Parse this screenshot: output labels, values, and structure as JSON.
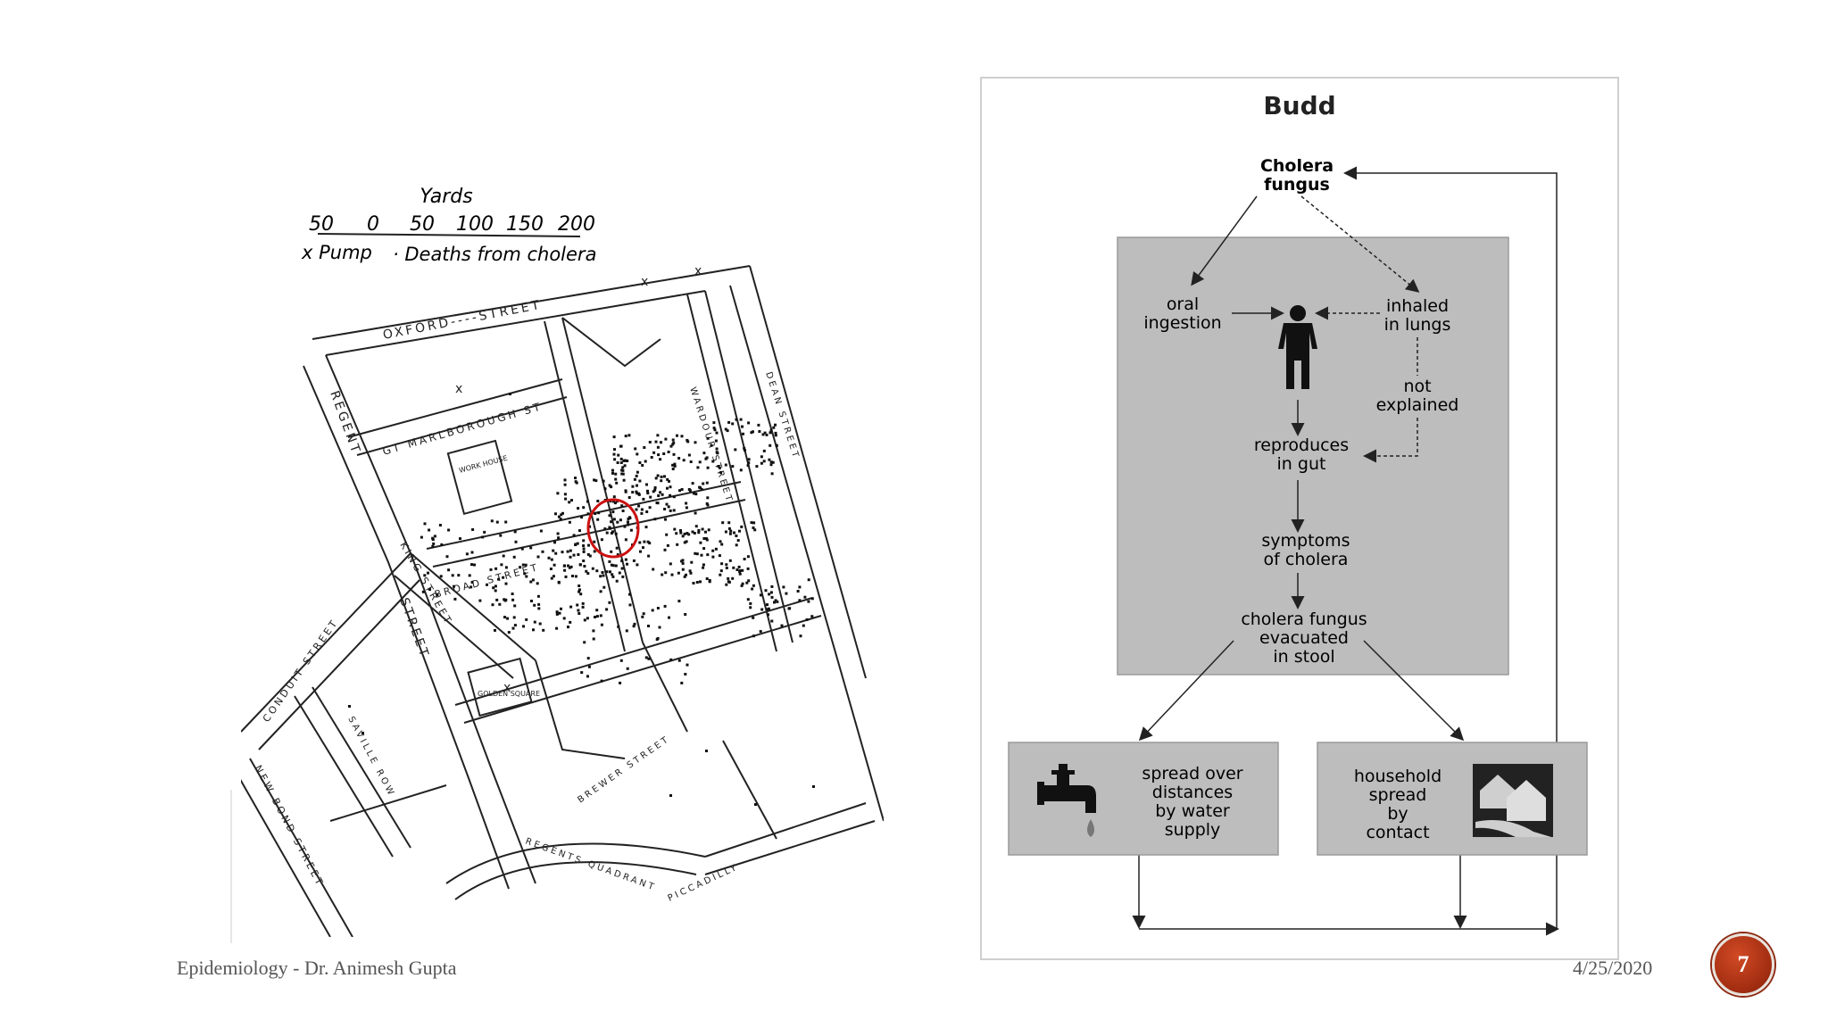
{
  "map": {
    "scale_title": "Yards",
    "scale_ticks": [
      "50",
      "0",
      "50",
      "100",
      "150",
      "200"
    ],
    "legend_pump": "x  Pump",
    "legend_deaths": "· Deaths from cholera",
    "streets": {
      "oxford": "OXFORD----STREET",
      "regent": "REGENT",
      "regent_street": "STREET",
      "gt_marlborough": "GT MARLBOROUGH ST",
      "work_house": "WORK HOUSE",
      "broad": "BROAD STREET",
      "king": "KING STREET",
      "conduit": "CONDUIT STREET",
      "new_bond": "NEW BOND STREET",
      "saville": "SAVILLE ROW",
      "golden": "GOLDEN SQUARE",
      "brewer": "BREWER STREET",
      "wardour": "WARDOUR STREET",
      "dean": "DEAN STREET",
      "quadrant": "REGENTS QUADRANT",
      "piccadilly": "PICCADILLY"
    },
    "highlight_color": "#cc1111"
  },
  "diagram": {
    "title": "Budd",
    "cholera_fungus": [
      "Cholera",
      "fungus"
    ],
    "oral_ingestion": [
      "oral",
      "ingestion"
    ],
    "inhaled": [
      "inhaled",
      "in lungs"
    ],
    "not_explained": [
      "not",
      "explained"
    ],
    "reproduces": [
      "reproduces",
      "in gut"
    ],
    "symptoms": [
      "symptoms",
      "of cholera"
    ],
    "evacuated": [
      "cholera fungus",
      "evacuated",
      "in stool"
    ],
    "water": [
      "spread over",
      "distances",
      "by water",
      "supply"
    ],
    "household": [
      "household",
      "spread",
      "by",
      "contact"
    ],
    "box_color": "#bdbdbd"
  },
  "footer": {
    "left": "Epidemiology - Dr. Animesh Gupta",
    "date": "4/25/2020",
    "page": "7"
  }
}
